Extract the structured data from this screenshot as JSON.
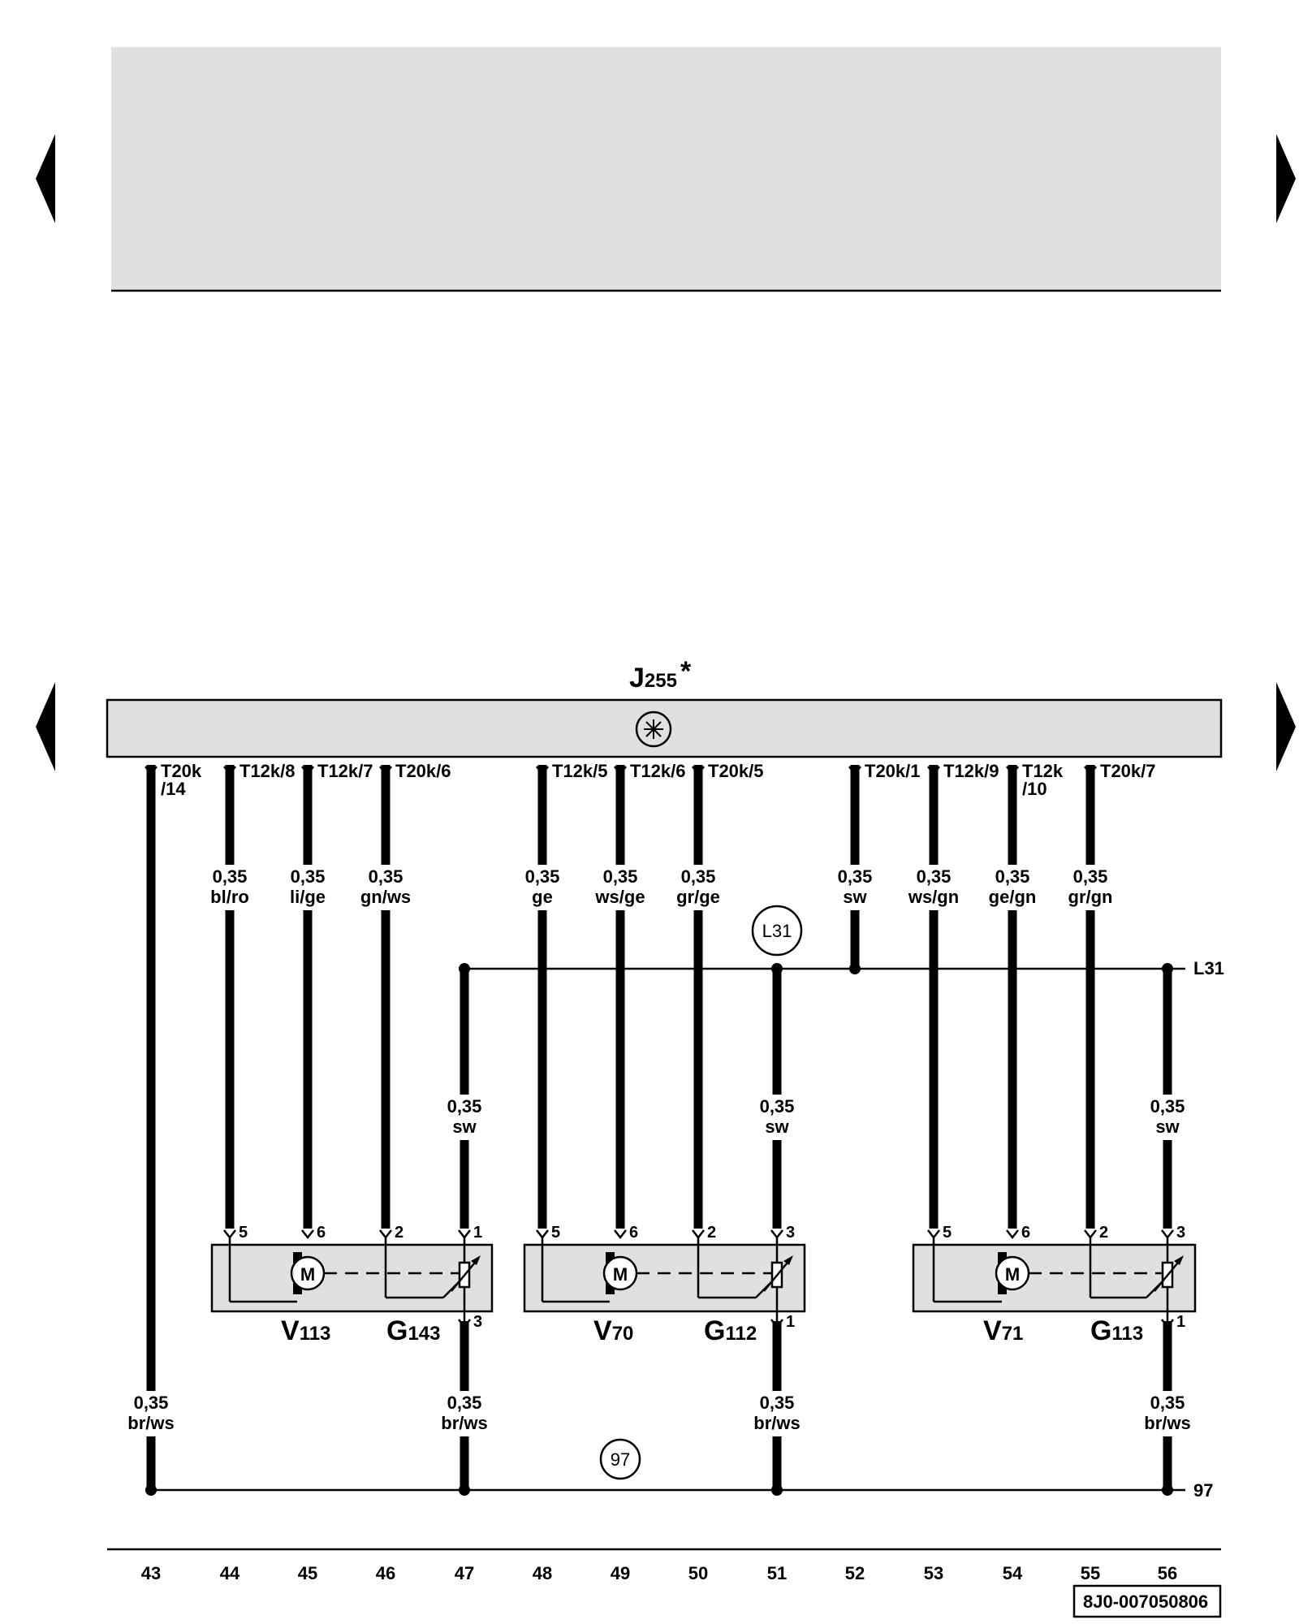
{
  "header": {
    "shaded": true
  },
  "nav": {
    "icons": [
      "prev-page-arrow-icon",
      "next-page-arrow-icon"
    ]
  },
  "control_unit": {
    "id": "J",
    "sub": "255",
    "star": "*",
    "icon": "climatronic-symbol-icon"
  },
  "top_connectors": [
    {
      "text1": "T20k",
      "text2": "/14"
    },
    {
      "text1": "T12k/8"
    },
    {
      "text1": "T12k/7"
    },
    {
      "text1": "T20k/6"
    },
    {
      "text1": "T12k/5"
    },
    {
      "text1": "T12k/6"
    },
    {
      "text1": "T20k/5"
    },
    {
      "text1": "T20k/1"
    },
    {
      "text1": "T12k/9"
    },
    {
      "text1": "T12k",
      "text2": "/10"
    },
    {
      "text1": "T20k/7"
    }
  ],
  "wire_labels": [
    {
      "size": "0,35",
      "color": "bl/ro"
    },
    {
      "size": "0,35",
      "color": "li/ge"
    },
    {
      "size": "0,35",
      "color": "gn/ws"
    },
    {
      "size": "0,35",
      "color": "ge"
    },
    {
      "size": "0,35",
      "color": "ws/ge"
    },
    {
      "size": "0,35",
      "color": "gr/ge"
    },
    {
      "size": "0,35",
      "color": "sw"
    },
    {
      "size": "0,35",
      "color": "ws/gn"
    },
    {
      "size": "0,35",
      "color": "ge/gn"
    },
    {
      "size": "0,35",
      "color": "gr/gn"
    },
    {
      "size": "0,35",
      "color": "sw"
    },
    {
      "size": "0,35",
      "color": "sw"
    },
    {
      "size": "0,35",
      "color": "sw"
    },
    {
      "size": "0,35",
      "color": "br/ws"
    },
    {
      "size": "0,35",
      "color": "br/ws"
    },
    {
      "size": "0,35",
      "color": "br/ws"
    },
    {
      "size": "0,35",
      "color": "br/ws"
    }
  ],
  "buses": {
    "l31": {
      "circle_label": "L31",
      "end_label": "L31"
    },
    "ground97": {
      "circle_label": "97",
      "end_label": "97"
    }
  },
  "components": [
    {
      "motor": {
        "letter": "V",
        "sub": "113",
        "m": "M"
      },
      "sensor": {
        "letter": "G",
        "sub": "143"
      },
      "pins": [
        "5",
        "6",
        "2",
        "1"
      ],
      "bottom_pin": "3"
    },
    {
      "motor": {
        "letter": "V",
        "sub": "70",
        "m": "M"
      },
      "sensor": {
        "letter": "G",
        "sub": "112"
      },
      "pins": [
        "5",
        "6",
        "2",
        "3"
      ],
      "bottom_pin": "1"
    },
    {
      "motor": {
        "letter": "V",
        "sub": "71",
        "m": "M"
      },
      "sensor": {
        "letter": "G",
        "sub": "113"
      },
      "pins": [
        "5",
        "6",
        "2",
        "3"
      ],
      "bottom_pin": "1"
    }
  ],
  "columns": [
    "43",
    "44",
    "45",
    "46",
    "47",
    "48",
    "49",
    "50",
    "51",
    "52",
    "53",
    "54",
    "55",
    "56"
  ],
  "drawing_number": "8J0-007050806"
}
